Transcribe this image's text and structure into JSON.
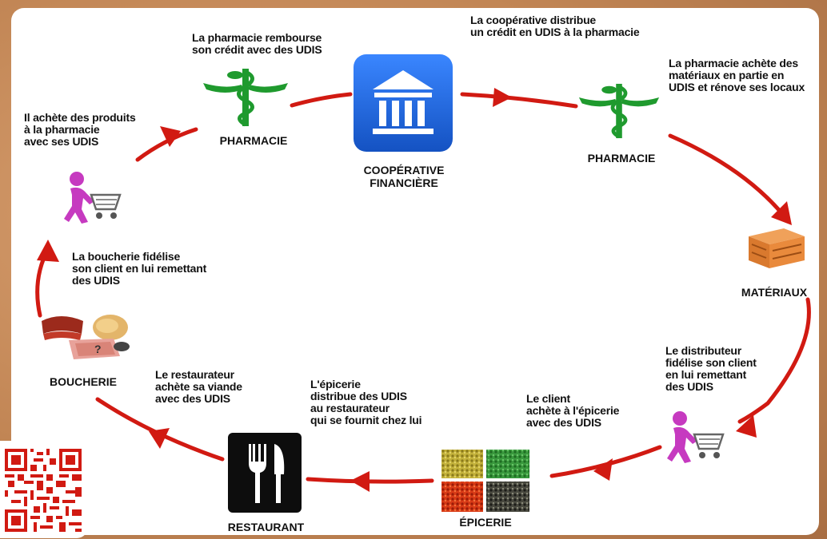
{
  "nodes": {
    "pharmacie_left": "PHARMACIE",
    "cooperative": "COOPÉRATIVE\nFINANCIÈRE",
    "pharmacie_right": "PHARMACIE",
    "materiaux": "MATÉRIAUX",
    "epicerie": "ÉPICERIE",
    "restaurant": "RESTAURANT",
    "boucherie": "BOUCHERIE"
  },
  "captions": {
    "rembourse": "La pharmacie rembourse\nson crédit avec des UDIS",
    "distribue_credit": "La coopérative distribue\nun crédit en UDIS à la pharmacie",
    "achete_materiaux": "La pharmacie achète des\nmatériaux en partie en\nUDIS et rénove ses locaux",
    "distributeur_fidelise": "Le distributeur\nfidélise son client\nen lui remettant\ndes UDIS",
    "client_epicerie": "Le client\nachète à l'épicerie\navec des UDIS",
    "epicerie_distribue": "L'épicerie\ndistribue des UDIS\nau restaurateur\nqui se fournit chez lui",
    "restaurateur": "Le restaurateur\nachète sa viande\navec des UDIS",
    "boucherie_fidelise": "La boucherie fidélise\nson client en lui remettant\ndes UDIS",
    "client_pharmacie": "Il achète des produits\nà la pharmacie\navec ses UDIS"
  },
  "icons": [
    "pharmacy-caduceus-icon",
    "bank-icon",
    "bricks-icon",
    "shopper-cart-icon",
    "fork-knife-icon",
    "meat-icon",
    "grains-icon",
    "qr-code-icon"
  ],
  "colors": {
    "arrow": "#d11a12",
    "pharmacy_green": "#1f9a2e",
    "bank_blue": "#1d63d6",
    "shopper_magenta": "#c63ac0",
    "background_frame": "#c58a5c"
  }
}
